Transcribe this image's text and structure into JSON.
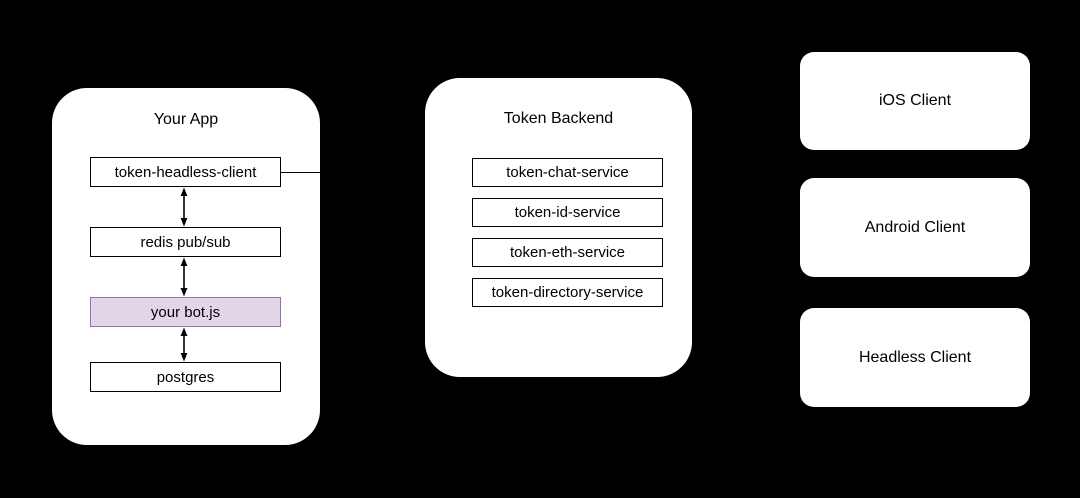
{
  "colors": {
    "background": "#000000",
    "container_fill": "#ffffff",
    "node_fill": "#ffffff",
    "node_border": "#000000",
    "text": "#000000",
    "highlight_fill": "#e1d5e7",
    "highlight_border": "#9673a6"
  },
  "your_app": {
    "title": "Your App",
    "nodes": [
      {
        "label": "token-headless-client"
      },
      {
        "label": "redis pub/sub"
      },
      {
        "label": "your bot.js"
      },
      {
        "label": "postgres"
      }
    ]
  },
  "token_backend": {
    "title": "Token Backend",
    "services": [
      "token-chat-service",
      "token-id-service",
      "token-eth-service",
      "token-directory-service"
    ]
  },
  "clients": [
    "iOS Client",
    "Android Client",
    "Headless Client"
  ]
}
